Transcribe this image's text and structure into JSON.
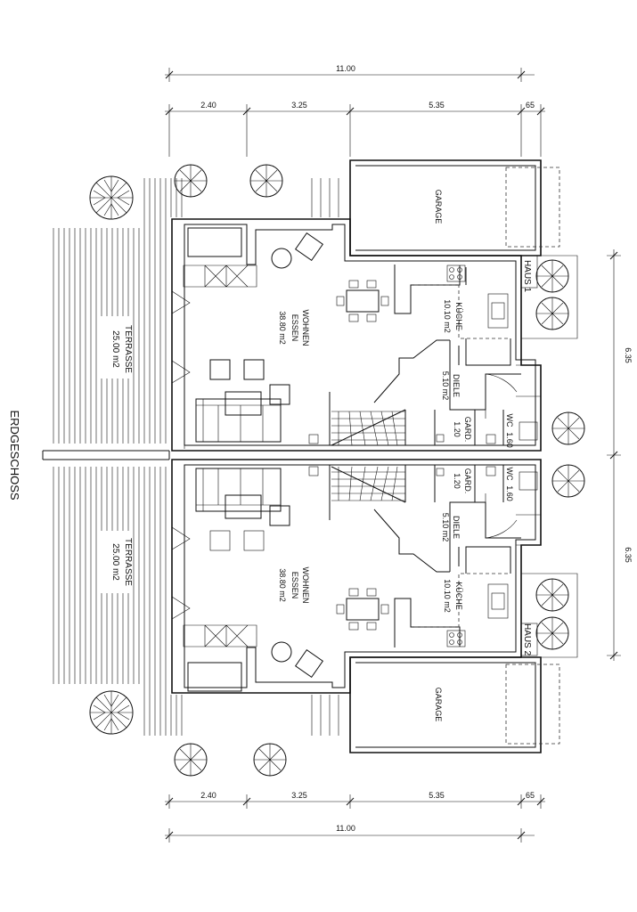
{
  "drawing": {
    "floor_label": "ERDGESCHOSS",
    "top_dims": {
      "total": "11.00",
      "segments": [
        "2.40",
        "3.25",
        "5.35",
        "65"
      ]
    },
    "bottom_dims": {
      "total": "11.00",
      "segments": [
        "2.40",
        "3.25",
        "5.35",
        "65"
      ]
    },
    "right_dims": {
      "upper": "6.35",
      "lower": "6.35"
    },
    "house1": {
      "label": "HAUS 1",
      "garage": "GARAGE",
      "terrace": {
        "name": "TERRASSE",
        "area": "25.00  m2"
      },
      "living": {
        "name1": "WOHNEN",
        "name2": "ESSEN",
        "area": "38.80  m2"
      },
      "kitchen": {
        "name": "KÜCHE",
        "area": "10.10  m2"
      },
      "hall": {
        "name": "DIELE",
        "area": "5.10  m2"
      },
      "cloak": {
        "name": "GARD.",
        "area": "1.20"
      },
      "wc": {
        "name": "WC",
        "area": "1.60"
      }
    },
    "house2": {
      "label": "HAUS 2",
      "garage": "GARAGE",
      "terrace": {
        "name": "TERRASSE",
        "area": "25.00  m2"
      },
      "living": {
        "name1": "WOHNEN",
        "name2": "ESSEN",
        "area": "38.80  m2"
      },
      "kitchen": {
        "name": "KÜCHE",
        "area": "10.10  m2"
      },
      "hall": {
        "name": "DIELE",
        "area": "5.10  m2"
      },
      "cloak": {
        "name": "GARD.",
        "area": "1.20"
      },
      "wc": {
        "name": "WC",
        "area": "1.60"
      }
    }
  }
}
